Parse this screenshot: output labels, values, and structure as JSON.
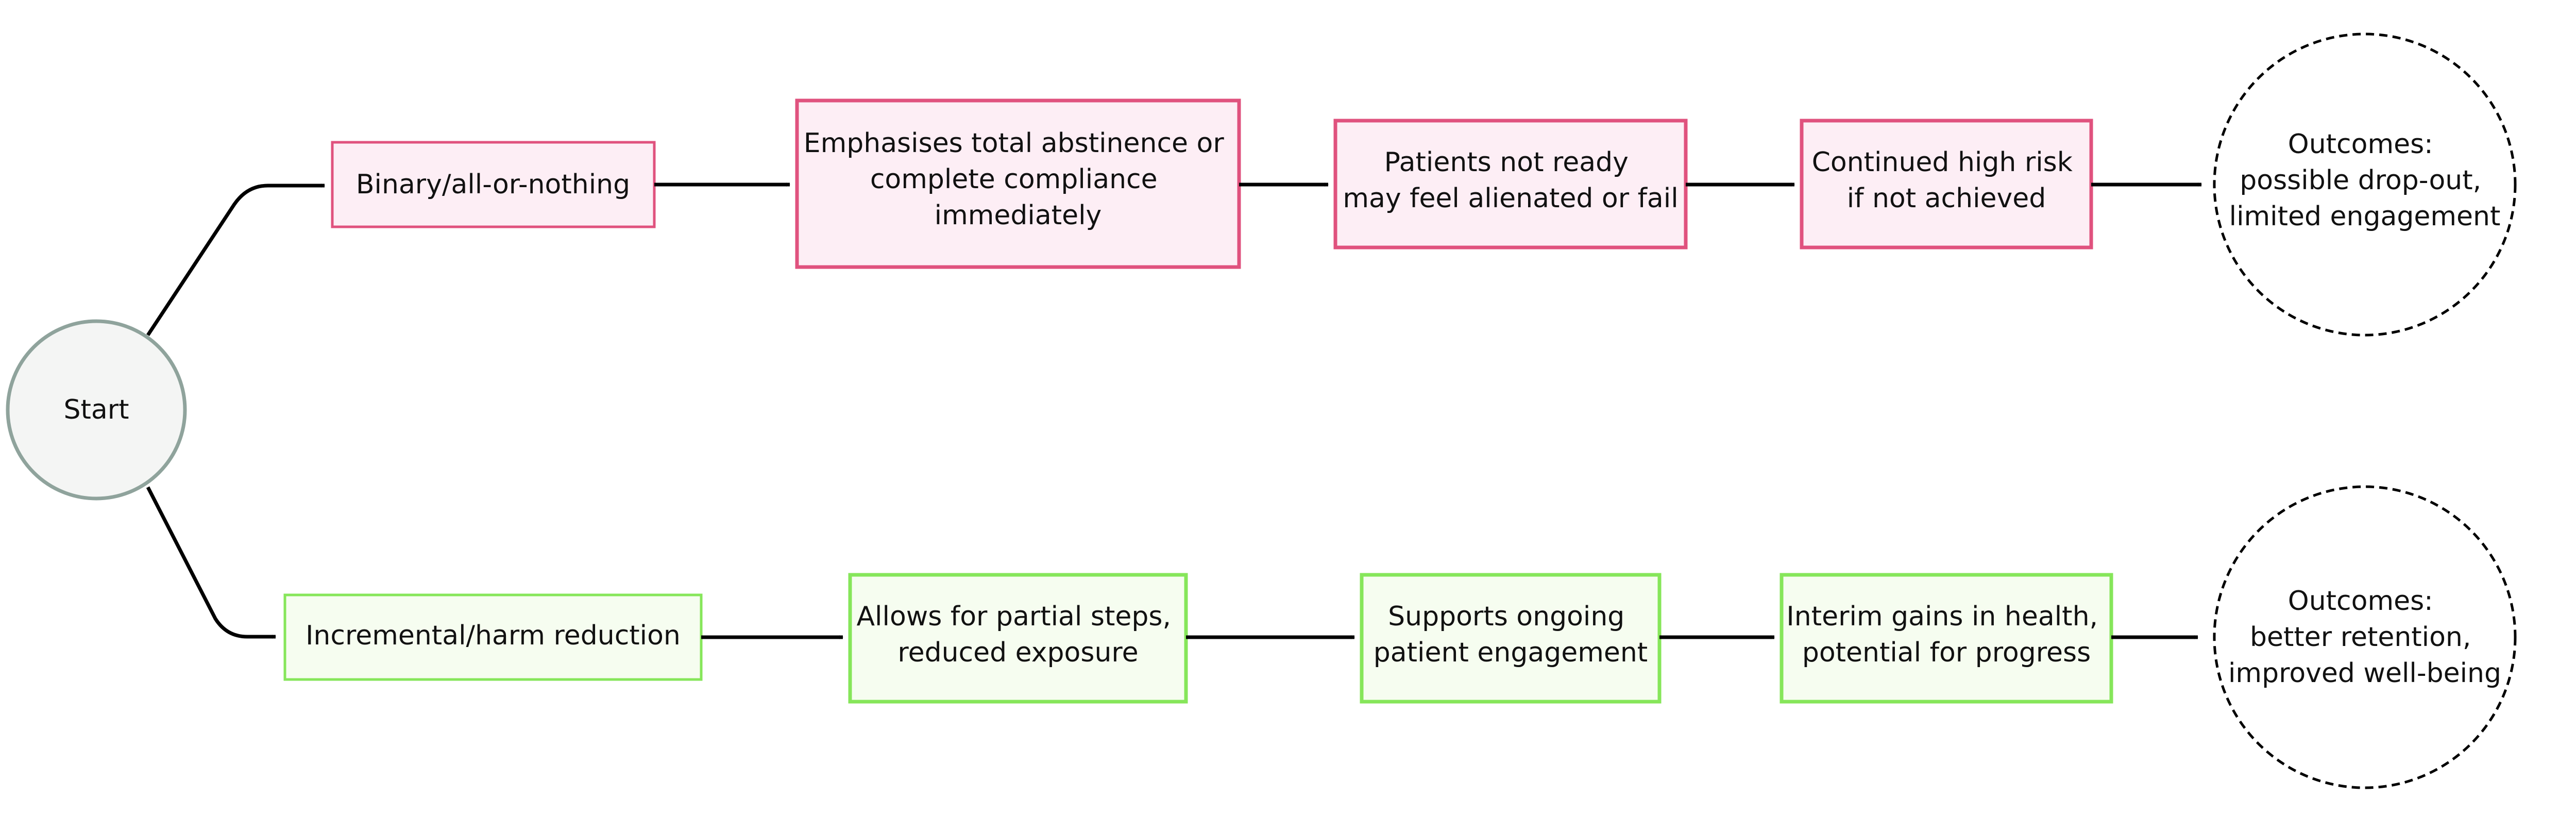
{
  "colors": {
    "top_fill": "#fdeef5",
    "top_stroke": "#e0527e",
    "bottom_fill": "#f6fdf0",
    "bottom_stroke": "#86e65a",
    "start_fill": "#f4f5f4",
    "start_stroke": "#8fa39c",
    "line": "#000000",
    "outcome_stroke": "#000000"
  },
  "start": {
    "label": "Start"
  },
  "top_path": {
    "steps": [
      {
        "lines": [
          "Binary/all-or-nothing"
        ]
      },
      {
        "lines": [
          "Emphasises total abstinence or",
          "complete compliance",
          "immediately"
        ]
      },
      {
        "lines": [
          "Patients not ready",
          "may feel alienated or fail"
        ]
      },
      {
        "lines": [
          "Continued high risk",
          "if not achieved"
        ]
      }
    ],
    "outcome": {
      "lines": [
        "Outcomes:",
        "possible drop-out,",
        "limited engagement"
      ]
    }
  },
  "bottom_path": {
    "steps": [
      {
        "lines": [
          "Incremental/harm reduction"
        ]
      },
      {
        "lines": [
          "Allows for partial steps,",
          "reduced exposure"
        ]
      },
      {
        "lines": [
          "Supports ongoing",
          "patient engagement"
        ]
      },
      {
        "lines": [
          "Interim gains in health,",
          "potential for progress"
        ]
      }
    ],
    "outcome": {
      "lines": [
        "Outcomes:",
        "better retention,",
        "improved well-being"
      ]
    }
  }
}
